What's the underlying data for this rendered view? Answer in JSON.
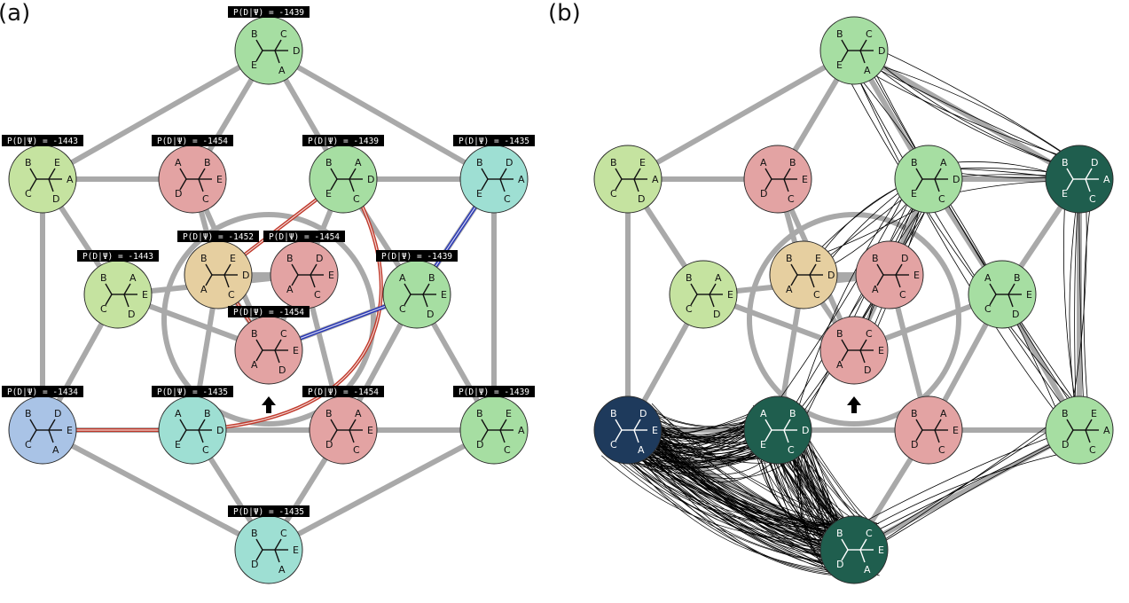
{
  "panel_labels": {
    "a": "(a)",
    "b": "(b)"
  },
  "colors": {
    "edge": "#a9a9a9",
    "red_path": "#c0392b",
    "blue_path": "#2433b5",
    "dark_green": "#1f5e4e",
    "navy": "#1e3a5c",
    "stroke": "#2b2b2b"
  },
  "nodes": [
    {
      "id": "t0",
      "fill": "#a6dea2",
      "label": "P(D|Ψ) = -1439",
      "leaves": [
        "B",
        "C",
        "E",
        "D",
        "A"
      ],
      "b_fill": "#a6dea2"
    },
    {
      "id": "t1",
      "fill": "#c5e3a0",
      "label": "P(D|Ψ) = -1443",
      "leaves": [
        "B",
        "E",
        "C",
        "A",
        "D"
      ],
      "b_fill": "#c5e3a0"
    },
    {
      "id": "t2",
      "fill": "#e3a3a3",
      "label": "P(D|Ψ) = -1454",
      "leaves": [
        "A",
        "B",
        "D",
        "E",
        "C"
      ],
      "b_fill": "#e3a3a3"
    },
    {
      "id": "t3",
      "fill": "#a6dea2",
      "label": "P(D|Ψ) = -1439",
      "leaves": [
        "B",
        "A",
        "E",
        "D",
        "C"
      ],
      "b_fill": "#a6dea2"
    },
    {
      "id": "t4",
      "fill": "#9edfd3",
      "label": "P(D|Ψ) = -1435",
      "leaves": [
        "B",
        "D",
        "E",
        "A",
        "C"
      ],
      "b_fill": "#1f5e4e"
    },
    {
      "id": "t5",
      "fill": "#c5e3a0",
      "label": "P(D|Ψ) = -1443",
      "leaves": [
        "B",
        "A",
        "C",
        "E",
        "D"
      ],
      "b_fill": "#c5e3a0"
    },
    {
      "id": "t6",
      "fill": "#e6cfa0",
      "label": "P(D|Ψ) = -1452",
      "leaves": [
        "B",
        "E",
        "A",
        "D",
        "C"
      ],
      "b_fill": "#e6cfa0"
    },
    {
      "id": "t7",
      "fill": "#e3a3a3",
      "label": "P(D|Ψ) = -1454",
      "leaves": [
        "B",
        "D",
        "A",
        "E",
        "C"
      ],
      "b_fill": "#e3a3a3"
    },
    {
      "id": "t8",
      "fill": "#a6dea2",
      "label": "P(D|Ψ) = -1439",
      "leaves": [
        "A",
        "B",
        "C",
        "E",
        "D"
      ],
      "b_fill": "#a6dea2"
    },
    {
      "id": "t9",
      "fill": "#e3a3a3",
      "label": "P(D|Ψ) = -1454",
      "leaves": [
        "B",
        "C",
        "A",
        "E",
        "D"
      ],
      "b_fill": "#e3a3a3"
    },
    {
      "id": "t10",
      "fill": "#a9c3e6",
      "label": "P(D|Ψ) = -1434",
      "leaves": [
        "B",
        "D",
        "C",
        "E",
        "A"
      ],
      "b_fill": "#1e3a5c"
    },
    {
      "id": "t11",
      "fill": "#9edfd3",
      "label": "P(D|Ψ) = -1435",
      "leaves": [
        "A",
        "B",
        "E",
        "D",
        "C"
      ],
      "b_fill": "#1f5e4e"
    },
    {
      "id": "t12",
      "fill": "#e3a3a3",
      "label": "P(D|Ψ) = -1454",
      "leaves": [
        "B",
        "A",
        "D",
        "E",
        "C"
      ],
      "b_fill": "#e3a3a3"
    },
    {
      "id": "t13",
      "fill": "#a6dea2",
      "label": "P(D|Ψ) = -1439",
      "leaves": [
        "B",
        "E",
        "D",
        "A",
        "C"
      ],
      "b_fill": "#a6dea2"
    },
    {
      "id": "t14",
      "fill": "#9edfd3",
      "label": "P(D|Ψ) = -1435",
      "leaves": [
        "B",
        "C",
        "D",
        "E",
        "A"
      ],
      "b_fill": "#1f5e4e"
    }
  ],
  "edges": [
    [
      "t0",
      "t1"
    ],
    [
      "t0",
      "t4"
    ],
    [
      "t0",
      "t2"
    ],
    [
      "t0",
      "t3"
    ],
    [
      "t1",
      "t10"
    ],
    [
      "t1",
      "t5"
    ],
    [
      "t1",
      "t2"
    ],
    [
      "t2",
      "t6"
    ],
    [
      "t2",
      "t9"
    ],
    [
      "t3",
      "t4"
    ],
    [
      "t3",
      "t7"
    ],
    [
      "t3",
      "t8"
    ],
    [
      "t4",
      "t13"
    ],
    [
      "t4",
      "t8"
    ],
    [
      "t5",
      "t9"
    ],
    [
      "t5",
      "t10"
    ],
    [
      "t5",
      "t7"
    ],
    [
      "t6",
      "t7"
    ],
    [
      "t6",
      "t9"
    ],
    [
      "t6",
      "t11"
    ],
    [
      "t7",
      "t9"
    ],
    [
      "t7",
      "t12"
    ],
    [
      "t8",
      "t9"
    ],
    [
      "t8",
      "t12"
    ],
    [
      "t8",
      "t13"
    ],
    [
      "t10",
      "t11"
    ],
    [
      "t10",
      "t14"
    ],
    [
      "t11",
      "t12"
    ],
    [
      "t11",
      "t14"
    ],
    [
      "t12",
      "t13"
    ],
    [
      "t12",
      "t14"
    ],
    [
      "t13",
      "t14"
    ]
  ],
  "highlight_paths": [
    {
      "color": "red",
      "nodes": [
        "t10",
        "t11"
      ]
    },
    {
      "color": "red",
      "nodes": [
        "t6",
        "t3"
      ]
    },
    {
      "color": "red",
      "nodes": [
        "t6",
        "t9"
      ]
    },
    {
      "color": "red",
      "curve": "t3-t11"
    },
    {
      "color": "blue",
      "nodes": [
        "t9",
        "t8"
      ]
    },
    {
      "color": "blue",
      "nodes": [
        "t8",
        "t4"
      ]
    }
  ],
  "start_marker": {
    "node": "t9",
    "symbol": "arrow-up"
  },
  "panel_b": {
    "dark_nodes": [
      "t10",
      "t11",
      "t14",
      "t4"
    ],
    "mcmc_hubs": [
      "t10",
      "t11",
      "t14"
    ]
  }
}
